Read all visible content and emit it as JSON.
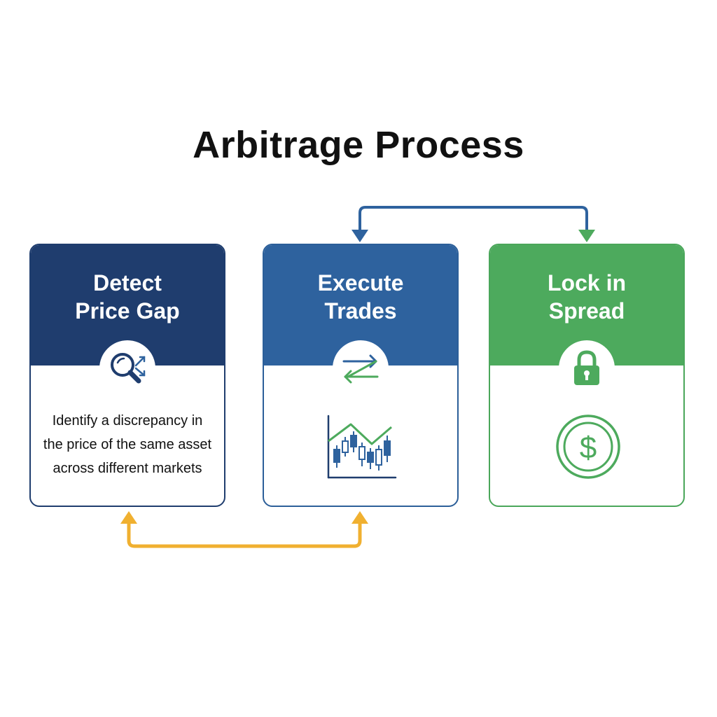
{
  "title": "Arbitrage Process",
  "colors": {
    "navy": "#1f3d6e",
    "blue": "#2e629e",
    "green": "#4daa5d",
    "orange": "#f0b030",
    "connector_blue": "#2e629e"
  },
  "steps": [
    {
      "title_line1": "Detect",
      "title_line2": "Price Gap",
      "icon": "magnifier-arrows-icon",
      "description_lines": [
        "Identify a discrepancy in",
        "the price of the same asset",
        "across different markets"
      ]
    },
    {
      "title_line1": "Execute",
      "title_line2": "Trades",
      "icon": "swap-arrows-icon",
      "body_icon": "candlestick-chart-icon"
    },
    {
      "title_line1": "Lock in",
      "title_line2": "Spread",
      "icon": "padlock-icon",
      "body_icon": "dollar-coin-icon"
    }
  ]
}
